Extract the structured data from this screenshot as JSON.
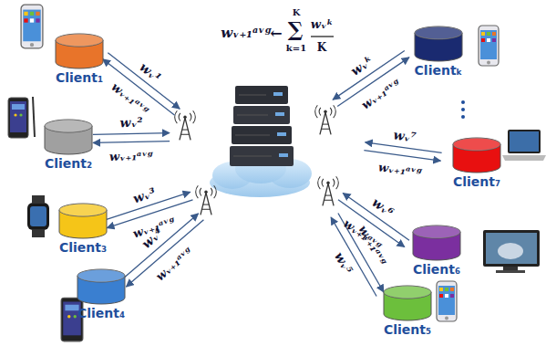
{
  "diagram": {
    "nodes": [
      {
        "text": [
          "Client₁"
        ]
      },
      {
        "text": [
          "Clientₖ"
        ]
      },
      {
        "text": [
          "Client₂"
        ]
      },
      {
        "text": [
          "Client₇"
        ]
      },
      {
        "text": [
          "Client₃"
        ]
      },
      {
        "text": [
          "Client₆"
        ]
      },
      {
        "text": [
          "Client₄"
        ]
      },
      {
        "text": [
          "Client₅"
        ]
      }
    ],
    "labels": [
      "wᵥ₊₁ᵃᵛᵍ",
      "←",
      "∑",
      "K",
      "k=1",
      "wᵥᵏ",
      "K",
      "wᵥ¹",
      "wᵥ₊₁ᵃᵛᵍ",
      "wᵥᵏ",
      "wᵥ₊₁ᵃᵛᵍ",
      "wᵥ²",
      "wᵥ₊₁ᵃᵛᵍ",
      "wᵥ⁷",
      "wᵥ₊₁ᵃᵛᵍ",
      "wᵥ³",
      "wᵥ₊₁ᵃᵛᵍ",
      "wᵥ⁶",
      "wᵥ₊₁ᵃᵛᵍ",
      "wᵥ⁴",
      "wᵥ₊₁ᵃᵛᵍ",
      "wᵥ⁵",
      "wᵥ₊₁ᵃᵛᵍ"
    ]
  }
}
